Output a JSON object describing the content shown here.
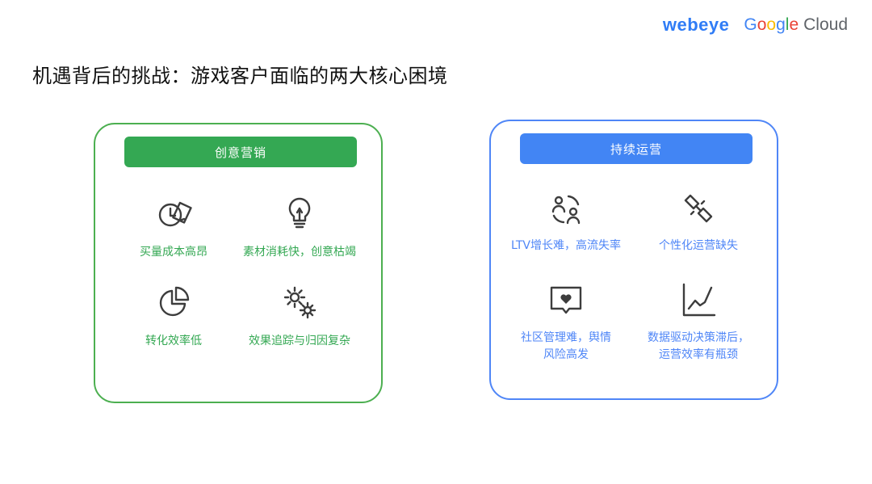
{
  "header": {
    "logo_webeye": "webeye",
    "logo_google": "Google",
    "logo_cloud": "Cloud"
  },
  "title": "机遇背后的挑战：游戏客户面临的两大核心困境",
  "panels": {
    "creative": {
      "title": "创意营销",
      "color": "#34a853",
      "items": [
        {
          "icon": "clock-money-icon",
          "label": "买量成本高昂"
        },
        {
          "icon": "lightbulb-icon",
          "label": "素材消耗快，创意枯竭"
        },
        {
          "icon": "pie-chart-icon",
          "label": "转化效率低"
        },
        {
          "icon": "gears-icon",
          "label": "效果追踪与归因复杂"
        }
      ]
    },
    "operations": {
      "title": "持续运营",
      "color": "#4285F4",
      "items": [
        {
          "icon": "users-cycle-icon",
          "label": "LTV增长难，高流失率"
        },
        {
          "icon": "broken-link-icon",
          "label": "个性化运营缺失"
        },
        {
          "icon": "chat-heart-icon",
          "label_line1": "社区管理难，舆情",
          "label_line2": "风险高发"
        },
        {
          "icon": "line-chart-icon",
          "label_line1": "数据驱动决策滞后，",
          "label_line2": "运营效率有瓶颈"
        }
      ]
    }
  }
}
